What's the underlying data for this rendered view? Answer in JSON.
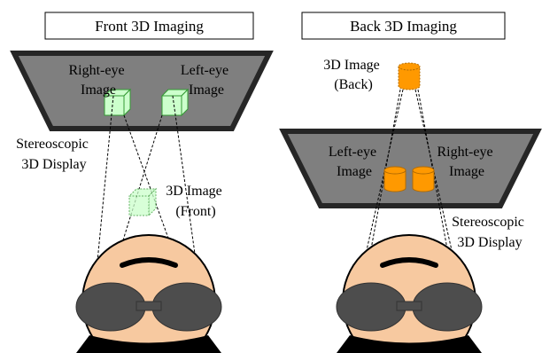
{
  "panels": {
    "front": {
      "title": "Front 3D Imaging",
      "display_left_label": [
        "Right-eye",
        "Image"
      ],
      "display_right_label": [
        "Left-eye",
        "Image"
      ],
      "display_caption": [
        "Stereoscopic",
        "3D Display"
      ],
      "image_label": [
        "3D Image",
        "(Front)"
      ]
    },
    "back": {
      "title": "Back 3D Imaging",
      "image_label": [
        "3D Image",
        "(Back)"
      ],
      "display_left_label": [
        "Left-eye",
        "Image"
      ],
      "display_right_label": [
        "Right-eye",
        "Image"
      ],
      "display_caption": [
        "Stereoscopic",
        "3D Display"
      ]
    }
  },
  "colors": {
    "display_fill": "#7f7f7f",
    "display_border": "#262626",
    "cube_fill": "#ccffcc",
    "cube_border": "#339933",
    "cylinder_fill": "#ff9900",
    "cylinder_border": "#b36b00",
    "face": "#f7c9a0",
    "glasses": "#4d4d4d",
    "beard": "#000000"
  }
}
